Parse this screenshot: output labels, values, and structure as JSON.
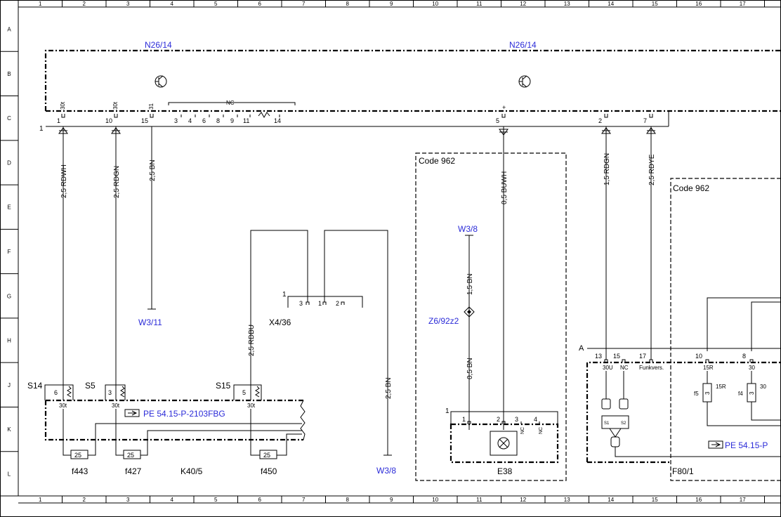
{
  "grid": {
    "columns": [
      "1",
      "2",
      "3",
      "4",
      "5",
      "6",
      "7",
      "8",
      "9",
      "10",
      "11",
      "12",
      "13",
      "14",
      "15",
      "16",
      "17"
    ],
    "rows": [
      "A",
      "B",
      "C",
      "D",
      "E",
      "F",
      "G",
      "H",
      "J",
      "K",
      "L"
    ]
  },
  "modules": {
    "n26_label_left": "N26/14",
    "n26_label_right": "N26/14",
    "k40_label": "K40/5",
    "x436_label": "X4/36",
    "e38_label": "E38",
    "f80_label": "F80/1",
    "z6_label": "Z6/92z2",
    "w311_label": "W3/11",
    "w38_top_label": "W3/8",
    "w38_bottom_label": "W3/8",
    "code_962_left": "Code 962",
    "code_962_right": "Code 962",
    "pe_ref_left": "PE 54.15-P-2103FBG",
    "pe_ref_right": "PE 54.15-P"
  },
  "n26_pins": {
    "bar_number": "1",
    "pins": [
      {
        "num": "1",
        "tag": "30t"
      },
      {
        "num": "10",
        "tag": "30t"
      },
      {
        "num": "15",
        "tag": "31"
      },
      {
        "num": "3",
        "tag": ""
      },
      {
        "num": "4",
        "tag": ""
      },
      {
        "num": "6",
        "tag": ""
      },
      {
        "num": "8",
        "tag": ""
      },
      {
        "num": "9",
        "tag": ""
      },
      {
        "num": "11",
        "tag": ""
      },
      {
        "num": "14",
        "tag": ""
      },
      {
        "num": "5",
        "tag": "+"
      },
      {
        "num": "2",
        "tag": ""
      },
      {
        "num": "7",
        "tag": ""
      }
    ],
    "nc_label": "NC"
  },
  "wires": {
    "w1": "2,5 RDWH",
    "w2": "2,5 RDGN",
    "w3": "2,5 BN",
    "w4": "2,5 RDBU",
    "w5": "2,5 BN",
    "w6": "0,5 BUWH",
    "w7": "1,5 BN",
    "w8": "0,5 BN",
    "w9": "1,5 RDGN",
    "w10": "2,5 RDYE"
  },
  "k40": {
    "s14": "S14",
    "s5": "S5",
    "s15": "S15",
    "pin6": "6",
    "pin3": "3",
    "pin5": "5",
    "tag30t_a": "30t",
    "tag30t_b": "30t",
    "tag30t_c": "30t",
    "fuse_val_a": "25",
    "fuse_val_b": "25",
    "fuse_val_c": "25",
    "f443": "f443",
    "f427": "f427",
    "f450": "f450"
  },
  "x436": {
    "bar_number": "1",
    "pin3": "3",
    "pin1": "1",
    "pin2": "2"
  },
  "e38": {
    "bar_number": "1",
    "pin1": "1",
    "pin2": "2",
    "pin3": "3",
    "pin4": "4",
    "nc_a": "NC",
    "nc_b": "NC"
  },
  "f80": {
    "bar_letter": "A",
    "pins": [
      "13",
      "15",
      "17",
      "10",
      "8"
    ],
    "tags": [
      "30U",
      "NC",
      "Funkvers.",
      "15R",
      "30"
    ],
    "f5": "f5",
    "f4": "f4",
    "fuse_num_a": "3",
    "fuse_num_b": "3",
    "fuse_tag_a": "15R",
    "fuse_tag_b": "30"
  }
}
